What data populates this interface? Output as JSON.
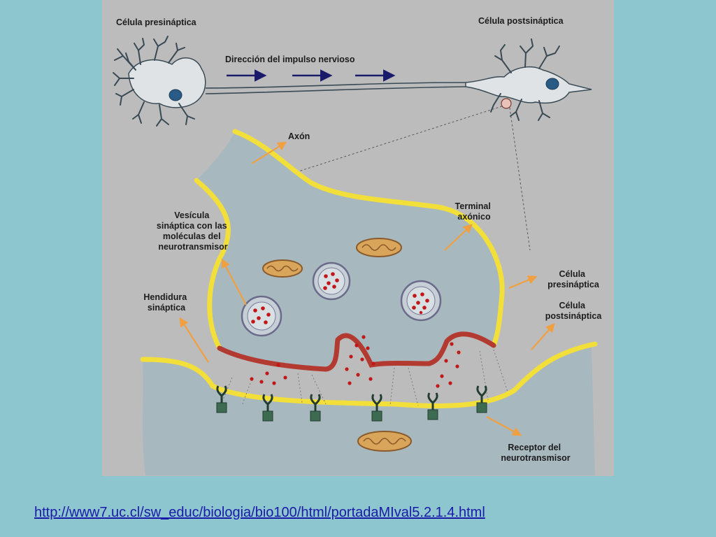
{
  "diagram": {
    "labels": {
      "presynaptic_cell_top": "Célula presináptica",
      "postsynaptic_cell_top": "Célula postsináptica",
      "impulse_direction": "Dirección del impulso nervioso",
      "axon": "Axón",
      "axon_terminal": [
        "Terminal",
        "axónico"
      ],
      "vesicle": [
        "Vesícula",
        "sináptica con las",
        "moléculas del",
        "neurotransmisor"
      ],
      "synaptic_cleft": [
        "Hendidura",
        "sináptica"
      ],
      "presynaptic_cell_side": [
        "Célula",
        "presináptica"
      ],
      "postsynaptic_cell_side": [
        "Célula",
        "postsináptica"
      ],
      "receptor": [
        "Receptor del",
        "neurotransmisor"
      ]
    },
    "colors": {
      "slide_background": "#8ec6cf",
      "figure_background": "#bcbcbc",
      "cytoplasm": "#a8b8bf",
      "membrane": "#f2df3a",
      "active_zone": "#b33a30",
      "neurotransmitter": "#c01818",
      "pointer_arrow": "#f0a040",
      "impulse_arrow": "#1a1a6a",
      "receptor": "#3d6b52"
    }
  },
  "footer": {
    "source_url": "http://www7.uc.cl/sw_educ/biologia/bio100/html/portadaMIval5.2.1.4.html"
  }
}
